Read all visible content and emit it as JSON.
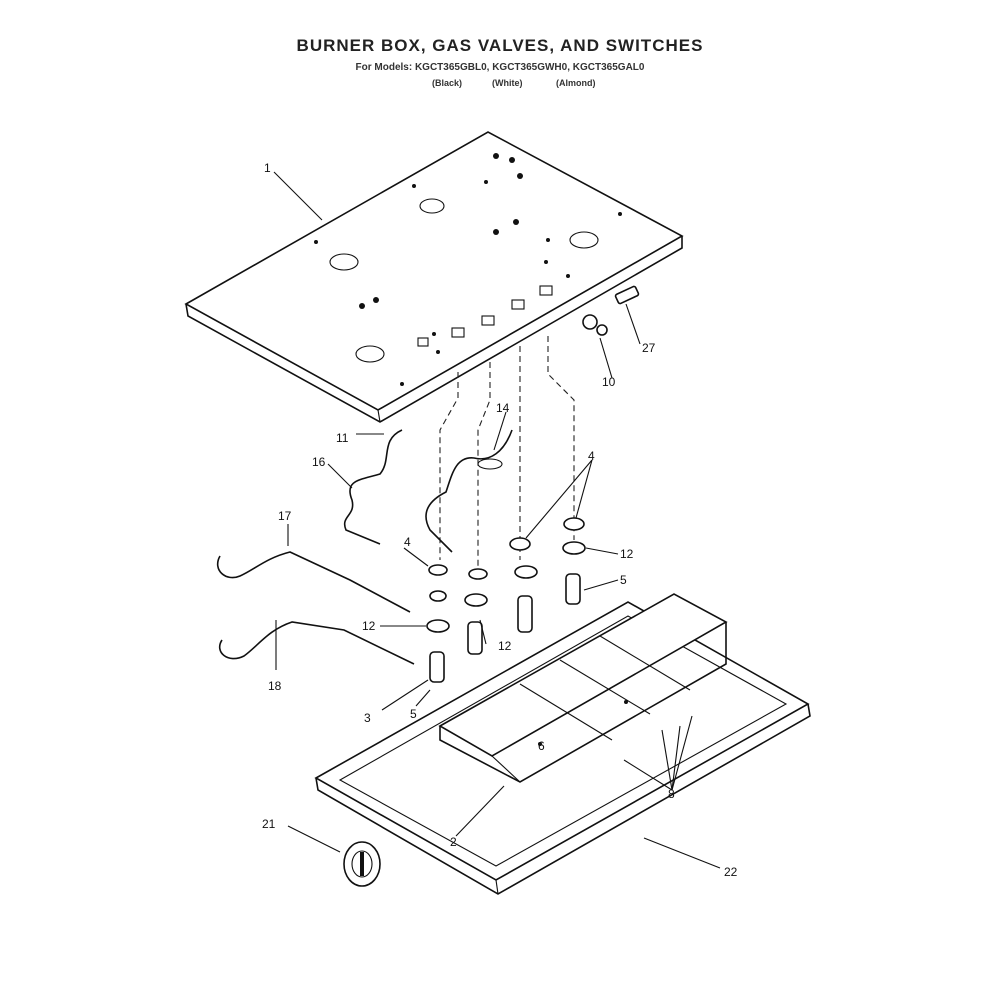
{
  "header": {
    "title": "BURNER BOX, GAS VALVES, AND SWITCHES",
    "models_line": "For Models: KGCT365GBL0, KGCT365GWH0, KGCT365GAL0",
    "variant_1": "(Black)",
    "variant_2": "(White)",
    "variant_3": "(Almond)"
  },
  "callouts": {
    "c1": "1",
    "c2": "2",
    "c3": "3",
    "c4a": "4",
    "c4b": "4",
    "c5a": "5",
    "c5b": "5",
    "c6": "6",
    "c8": "8",
    "c10": "10",
    "c11": "11",
    "c12a": "12",
    "c12b": "12",
    "c12c": "12",
    "c14": "14",
    "c16": "16",
    "c17": "17",
    "c18": "18",
    "c21": "21",
    "c22": "22",
    "c27": "27"
  }
}
